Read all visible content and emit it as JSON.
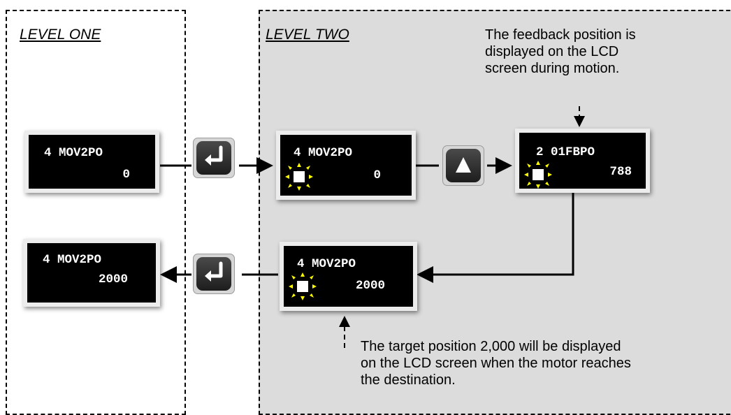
{
  "levels": {
    "one": "LEVEL ONE",
    "two": "LEVEL TWO"
  },
  "screens": {
    "l1_top": {
      "line1": "4 MOV2PO",
      "line2": "0"
    },
    "l2_a": {
      "line1": "4 MOV2PO",
      "line2": "0"
    },
    "l2_b": {
      "line1": "2 01FBPO",
      "line2": "788"
    },
    "l2_c": {
      "line1": "4 MOV2PO",
      "line2": "2000"
    },
    "l1_bot": {
      "line1": "4 MOV2PO",
      "line2": "2000"
    }
  },
  "notes": {
    "feedback": [
      "The feedback position is",
      "displayed on the LCD",
      "screen during motion."
    ],
    "target": [
      "The target position 2,000 will be displayed",
      "on the LCD screen when the motor reaches",
      "the destination."
    ]
  },
  "colors": {
    "blink": "#ffff00",
    "region_bg": "#dcdcdc"
  },
  "icons": [
    "enter-icon",
    "up-arrow-icon",
    "blink-cursor-icon"
  ]
}
